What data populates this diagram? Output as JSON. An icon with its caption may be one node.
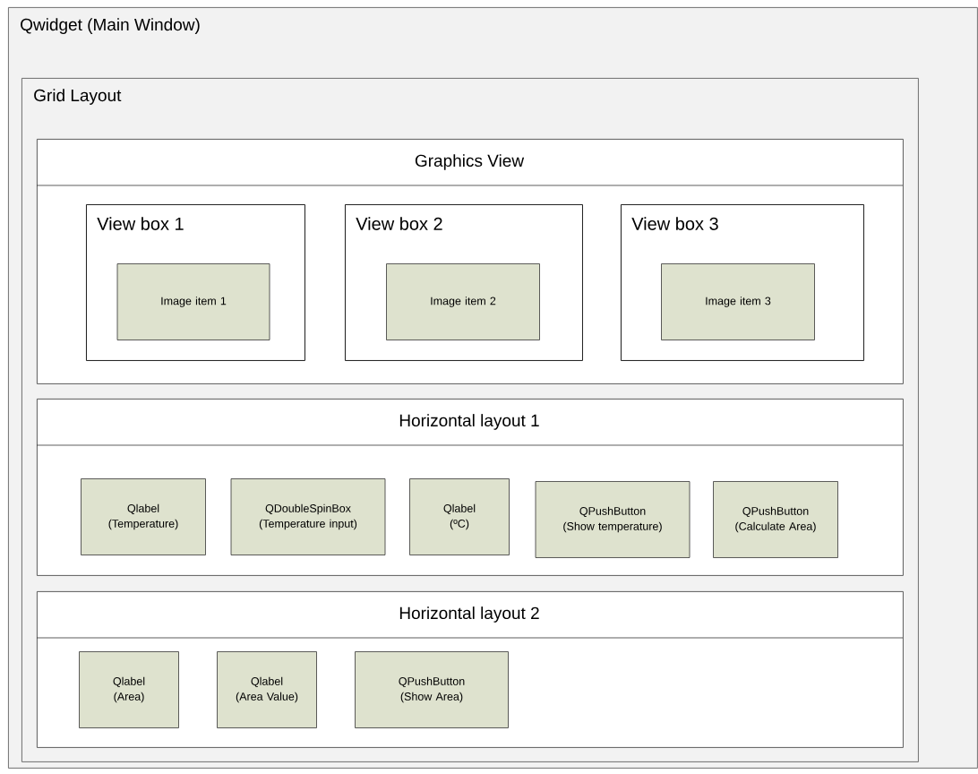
{
  "diagram": {
    "nodes": [
      {
        "text": [
          "Qwidget (Main Window)"
        ]
      },
      {
        "text": [
          "Grid Layout"
        ],
        "in": 0
      },
      {
        "text": [
          "Graphics View"
        ],
        "in": 1
      },
      {
        "text": [
          "View box 1"
        ],
        "in": 2
      },
      {
        "text": [
          "Image item 1"
        ],
        "in": 3
      },
      {
        "text": [
          "View box 2"
        ],
        "in": 2
      },
      {
        "text": [
          "Image item 2"
        ],
        "in": 5
      },
      {
        "text": [
          "View box 3"
        ],
        "in": 2
      },
      {
        "text": [
          "Image item 3"
        ],
        "in": 7
      },
      {
        "text": [
          "Horizontal layout 1"
        ],
        "in": 1
      },
      {
        "text": [
          "Qlabel (Temperature)"
        ],
        "in": 9
      },
      {
        "text": [
          "QDoubleSpinBox (Temperature input)"
        ],
        "in": 9
      },
      {
        "text": [
          "Qlabel (ºC)"
        ],
        "in": 9
      },
      {
        "text": [
          "QPushButton (Show temperature)"
        ],
        "in": 9
      },
      {
        "text": [
          "QPushButton (Calculate Area)"
        ],
        "in": 9
      },
      {
        "text": [
          "Horizontal layout 2"
        ],
        "in": 1
      },
      {
        "text": [
          "Qlabel (Area)"
        ],
        "in": 15
      },
      {
        "text": [
          "Qlabel (Area Value)"
        ],
        "in": 15
      },
      {
        "text": [
          "QPushButton (Show Area)"
        ],
        "in": 15
      }
    ],
    "edges": []
  }
}
